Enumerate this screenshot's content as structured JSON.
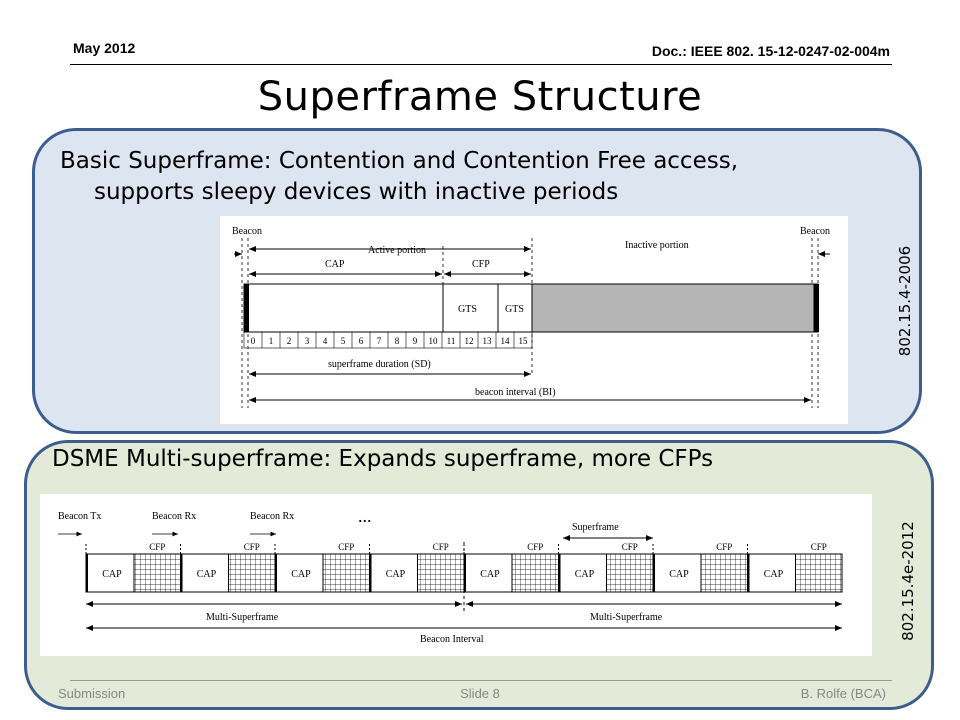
{
  "header": {
    "date": "May 2012",
    "doc": "Doc.: IEEE 802. 15-12-0247-02-004m"
  },
  "title": "Superframe Structure",
  "basic": {
    "line1": "Basic Superframe:  Contention and Contention Free access,",
    "line2": "supports sleepy devices with inactive periods",
    "side_label": "802.15.4-2006",
    "diagram": {
      "beacon": "Beacon",
      "active_portion": "Active portion",
      "inactive_portion": "Inactive portion",
      "cap": "CAP",
      "cfp": "CFP",
      "gts": "GTS",
      "slots": [
        "0",
        "1",
        "2",
        "3",
        "4",
        "5",
        "6",
        "7",
        "8",
        "9",
        "10",
        "11",
        "12",
        "13",
        "14",
        "15"
      ],
      "sd": "superframe duration (SD)",
      "bi": "beacon interval (BI)"
    }
  },
  "dsme": {
    "line1": "DSME Multi-superframe:  Expands superframe, more CFPs",
    "side_label": "802.15.4e-2012",
    "diagram": {
      "beacon_tx": "Beacon Tx",
      "beacon_rx": "Beacon Rx",
      "ellipsis": "...",
      "superframe": "Superframe",
      "cap": "CAP",
      "cfp": "CFP",
      "multi_superframe": "Multi-Superframe",
      "beacon_interval": "Beacon Interval"
    }
  },
  "footer": {
    "left": "Submission",
    "center": "Slide 8",
    "right": "B. Rolfe (BCA)"
  }
}
